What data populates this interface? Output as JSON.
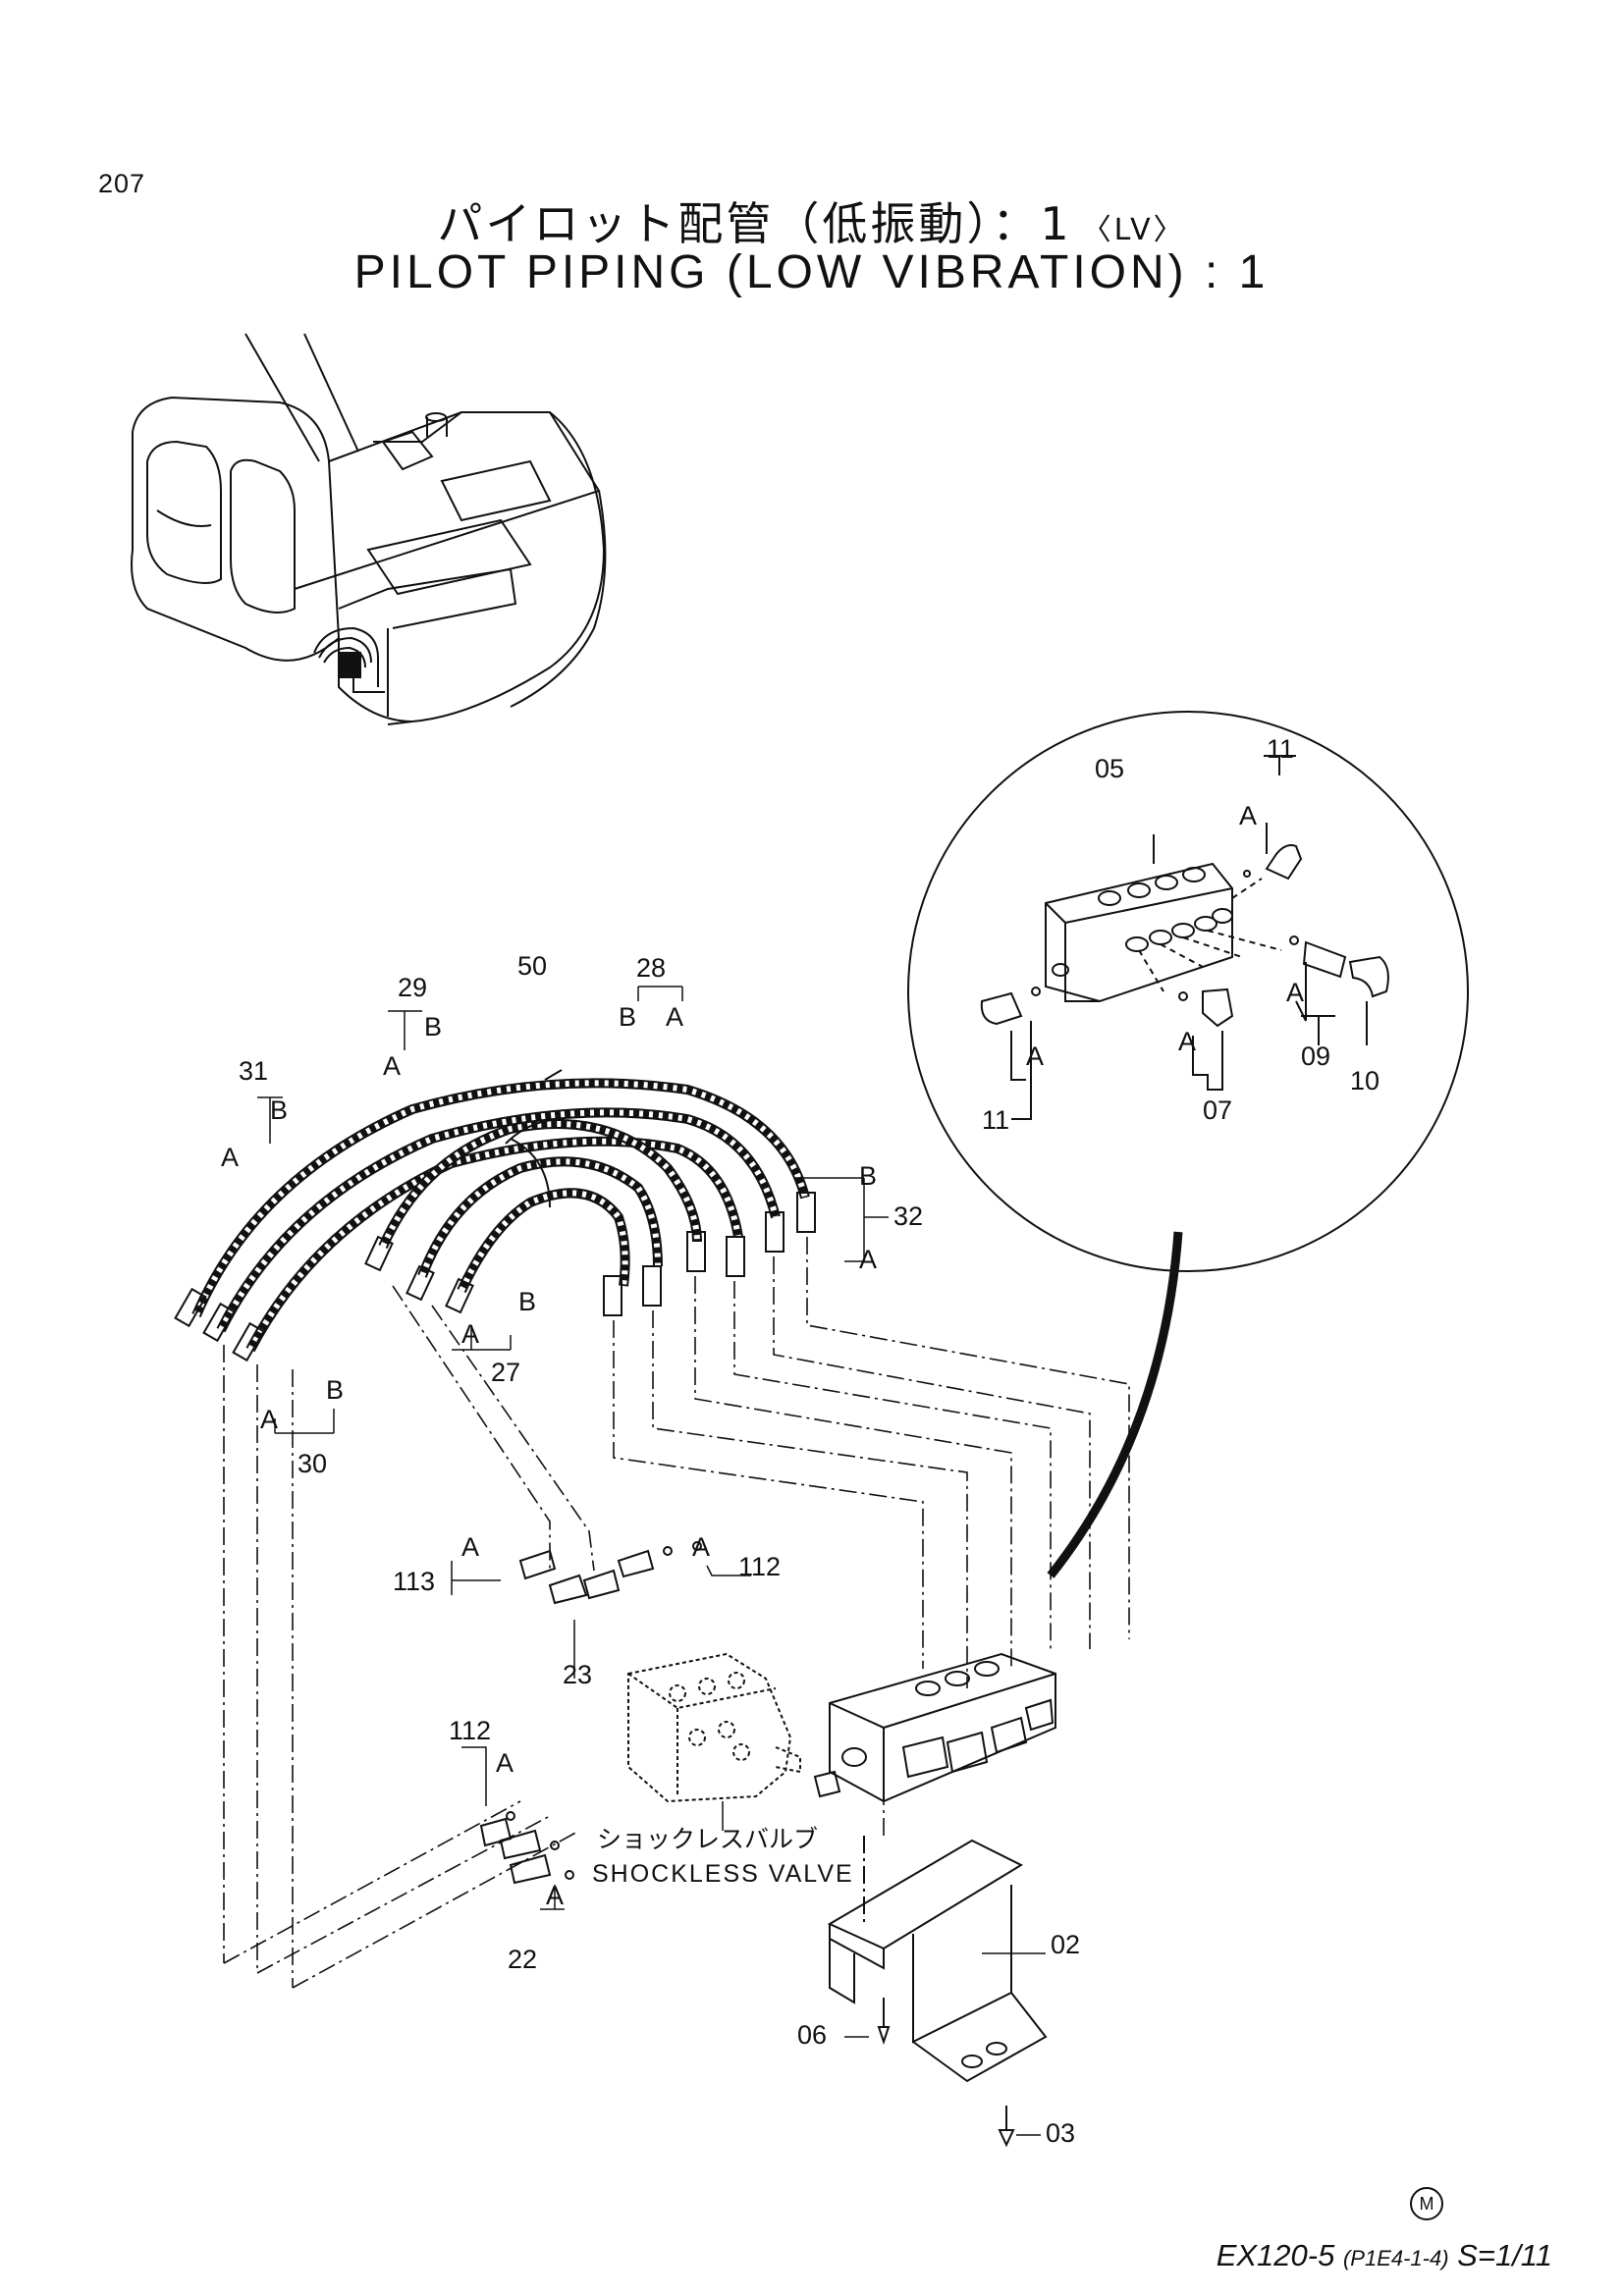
{
  "page_number": "207",
  "title": {
    "japanese": "パイロット配管（低振動）：1",
    "lv_tag": "〈LV〉",
    "english": "PILOT PIPING (LOW VIBRATION) : 1"
  },
  "shockless_valve": {
    "japanese": "ショックレスバルブ",
    "english": "SHOCKLESS VALVE"
  },
  "part_labels": {
    "p02": "02",
    "p03": "03",
    "p05": "05",
    "p06": "06",
    "p07": "07",
    "p09": "09",
    "p10": "10",
    "p11a": "11",
    "p11b": "11",
    "p22": "22",
    "p23": "23",
    "p27": "27",
    "p28": "28",
    "p29": "29",
    "p30": "30",
    "p31": "31",
    "p32": "32",
    "p50": "50",
    "p112a": "112",
    "p112b": "112",
    "p113": "113"
  },
  "end_markers": {
    "a": "A",
    "b": "B"
  },
  "footer": {
    "model": "EX120-5",
    "code": "(P1E4-1-4)",
    "scale": "S=1/11",
    "mark": "M"
  }
}
